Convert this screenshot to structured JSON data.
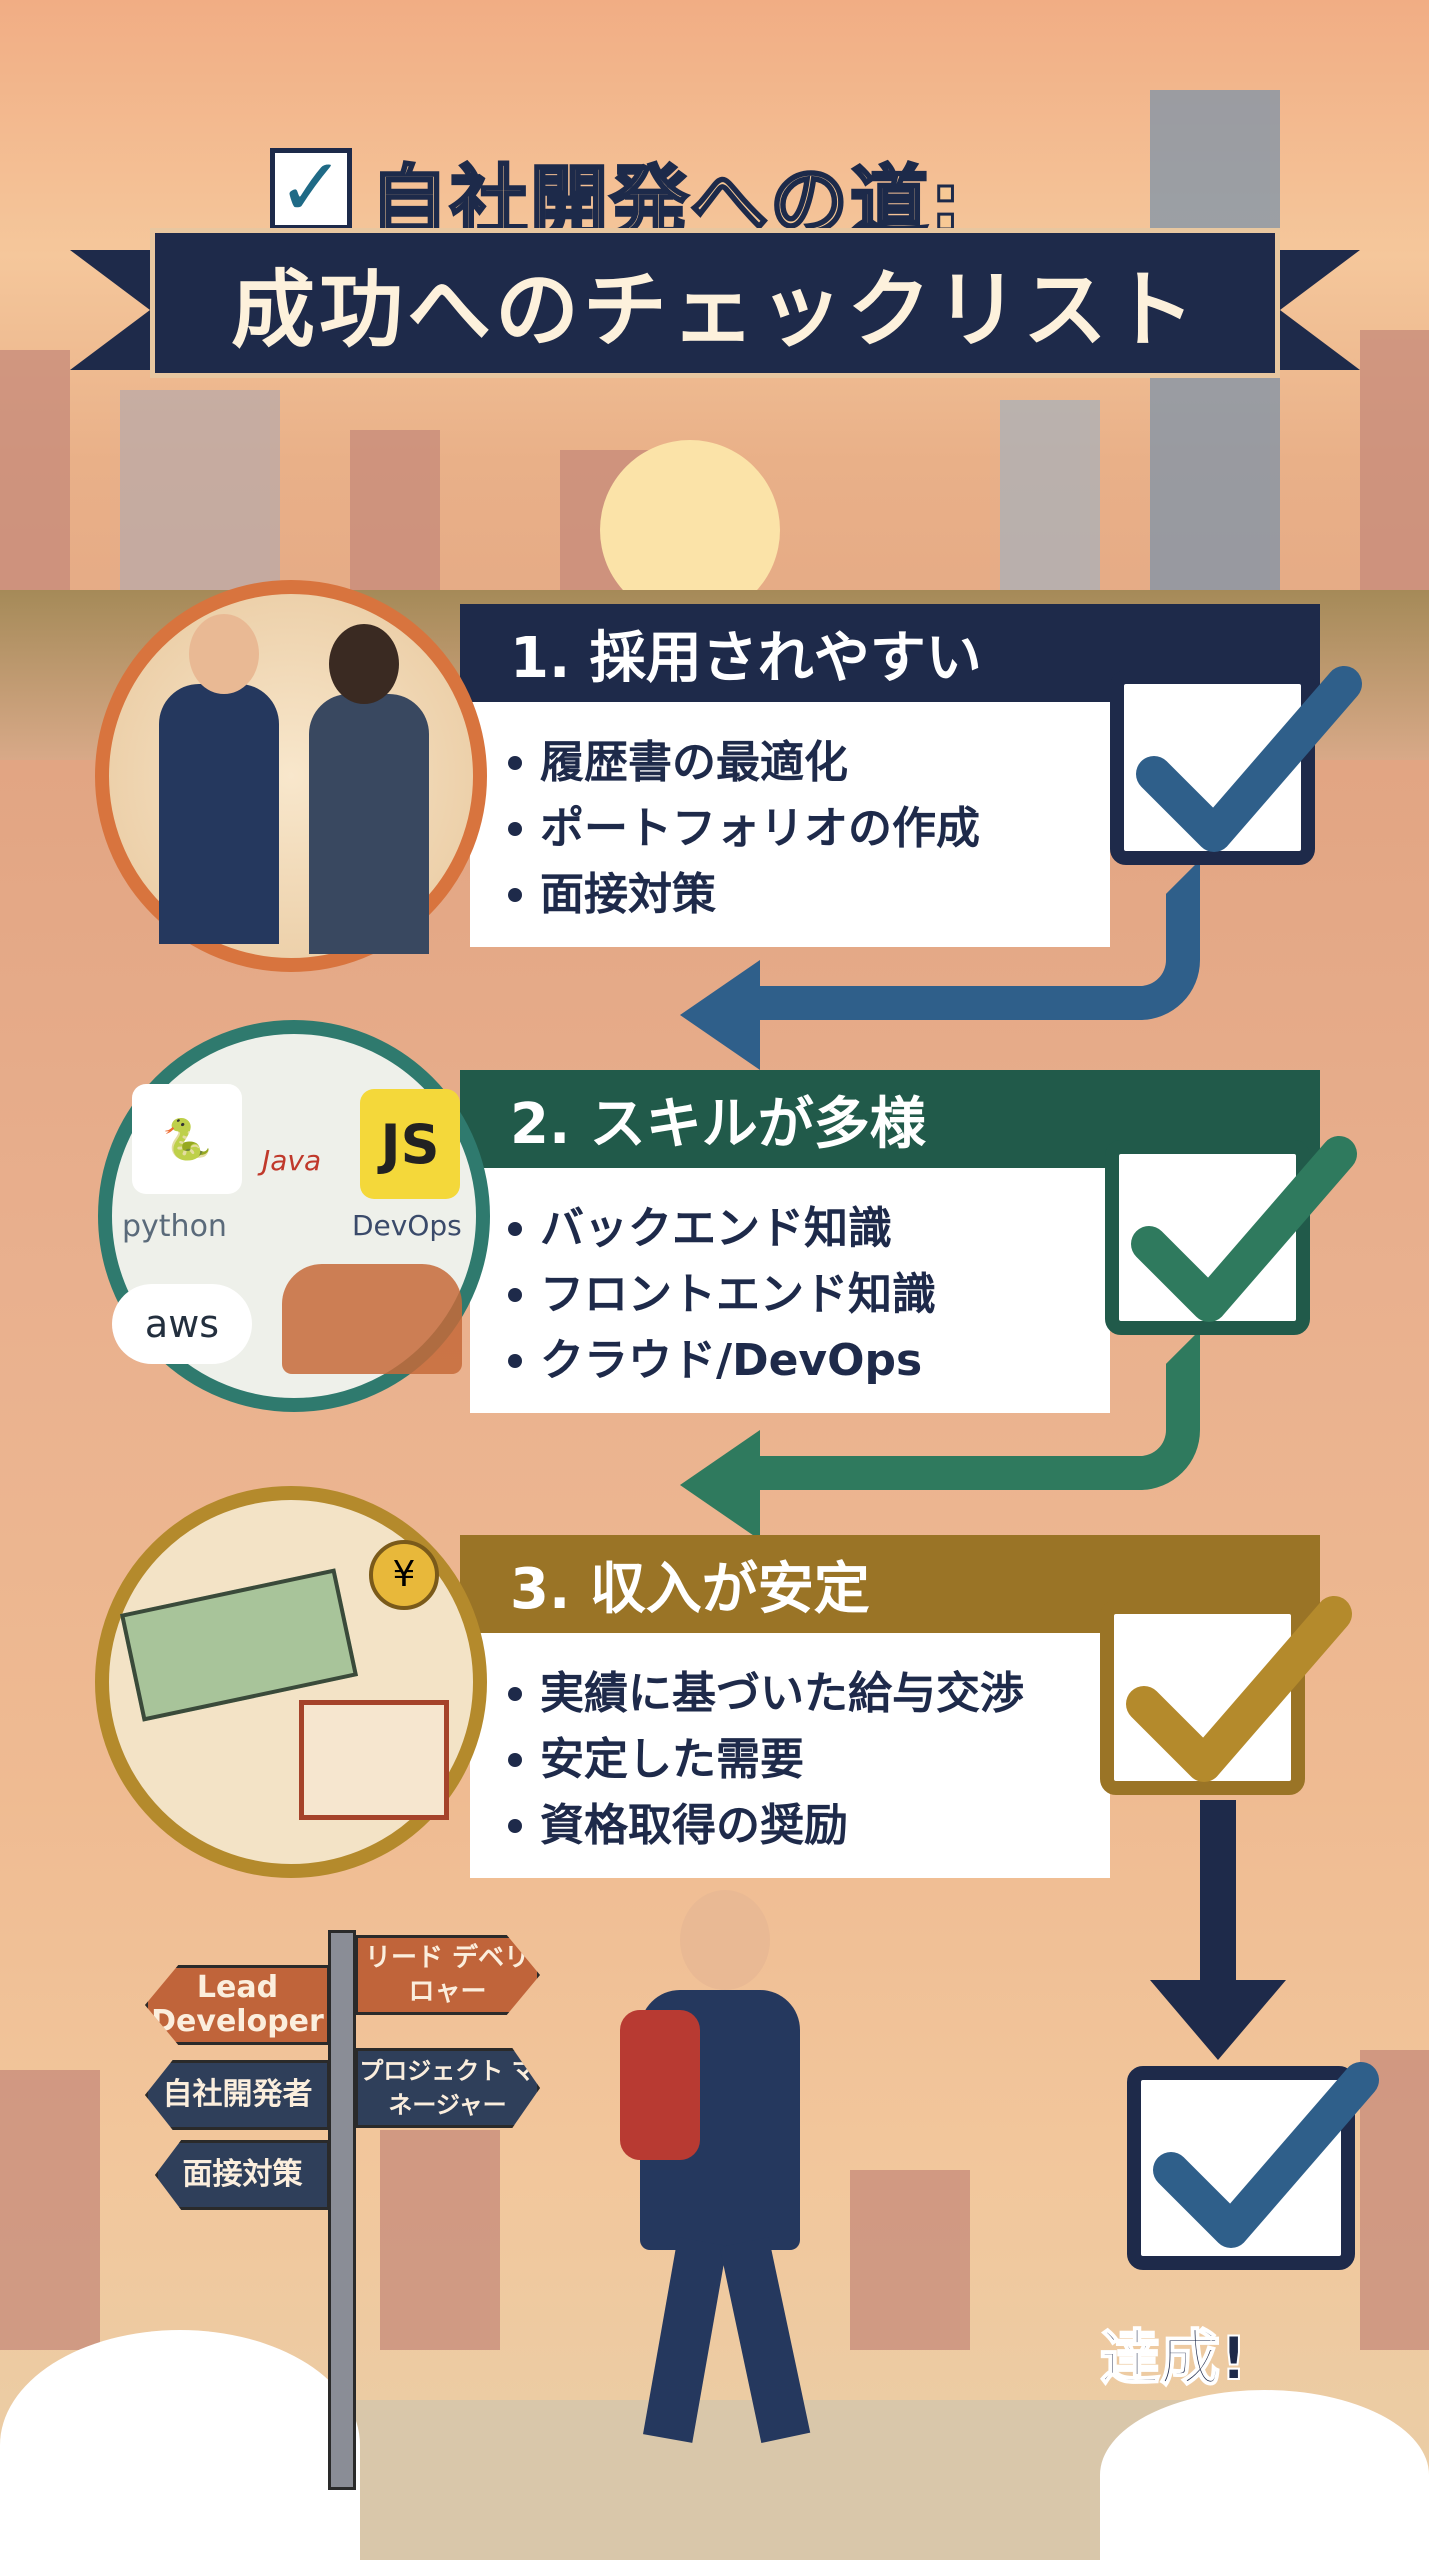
{
  "title": {
    "line1": "自社開発への道:",
    "line2": "成功へのチェックリスト",
    "check_icon": "checkbox-checked-icon"
  },
  "colors": {
    "navy": "#1e2a4a",
    "blue": "#2f5f8a",
    "green": "#2f7a5e",
    "gold": "#b48a2c",
    "orange": "#d86e3c",
    "background": "#efb892"
  },
  "sections": [
    {
      "header": "1. 採用されやすい",
      "color": "#1e2a4a",
      "check_color": "#2f5f8a",
      "items": [
        "履歴書の最適化",
        "ポートフォリオの作成",
        "面接対策"
      ],
      "illustration": "handshake-illustration"
    },
    {
      "header": "2. スキルが多様",
      "color": "#215a4a",
      "check_color": "#2f7a5e",
      "items": [
        "バックエンド知識",
        "フロントエンド知識",
        "クラウド/DevOps"
      ],
      "illustration": "tech-logos-illustration",
      "logos": [
        "python",
        "Java",
        "JS",
        "DevOps",
        "aws"
      ]
    },
    {
      "header": "3. 収入が安定",
      "color": "#9a7426",
      "check_color": "#b48a2c",
      "items": [
        "実績に基づいた給与交渉",
        "安定した需要",
        "資格取得の奨励"
      ],
      "illustration": "money-house-illustration"
    }
  ],
  "final": {
    "label": "達成!"
  },
  "signpost": {
    "left": [
      "Lead Developer",
      "自社開発者",
      "面接対策"
    ],
    "right": [
      "リード デベリロャー",
      "プロジェクト マネージャー"
    ]
  }
}
